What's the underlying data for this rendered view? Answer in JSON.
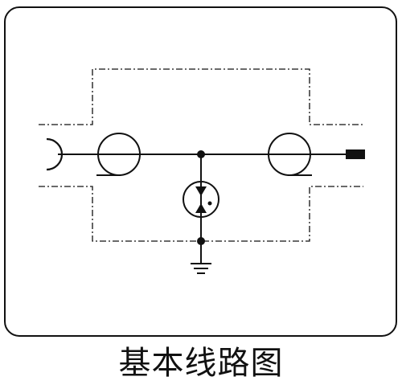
{
  "diagram": {
    "caption": "基本线路图",
    "stroke_color": "#111111",
    "background_color": "#ffffff",
    "components": [
      "input-connector",
      "input-coil",
      "tvs-diode",
      "output-coil",
      "output-terminal",
      "ground-symbol"
    ]
  }
}
